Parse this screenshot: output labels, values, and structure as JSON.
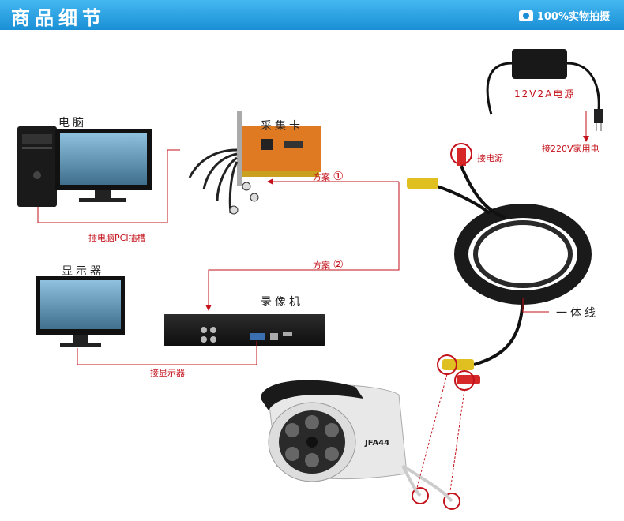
{
  "header": {
    "title": "商品细节",
    "badge": "100%实物拍摄",
    "icon": "camera-icon",
    "colors": {
      "bar": "#1b8fd6",
      "text": "#ffffff"
    }
  },
  "labels": {
    "pc": "电脑",
    "capture_card": "采集卡",
    "monitor": "显示器",
    "dvr": "录像机",
    "cable": "一体线",
    "power_adapter": "12V2A电源",
    "connect_power": "接电源",
    "connect_220v": "接220V家用电",
    "option1": "方案",
    "option1_num": "①",
    "option2": "方案",
    "option2_num": "②",
    "pci_slot": "插电脑PCI插槽",
    "connect_monitor": "接显示器",
    "camera_brand": "JFA44"
  },
  "colors": {
    "connector_line": "#c3121b",
    "accent": "#1b8fd6"
  }
}
